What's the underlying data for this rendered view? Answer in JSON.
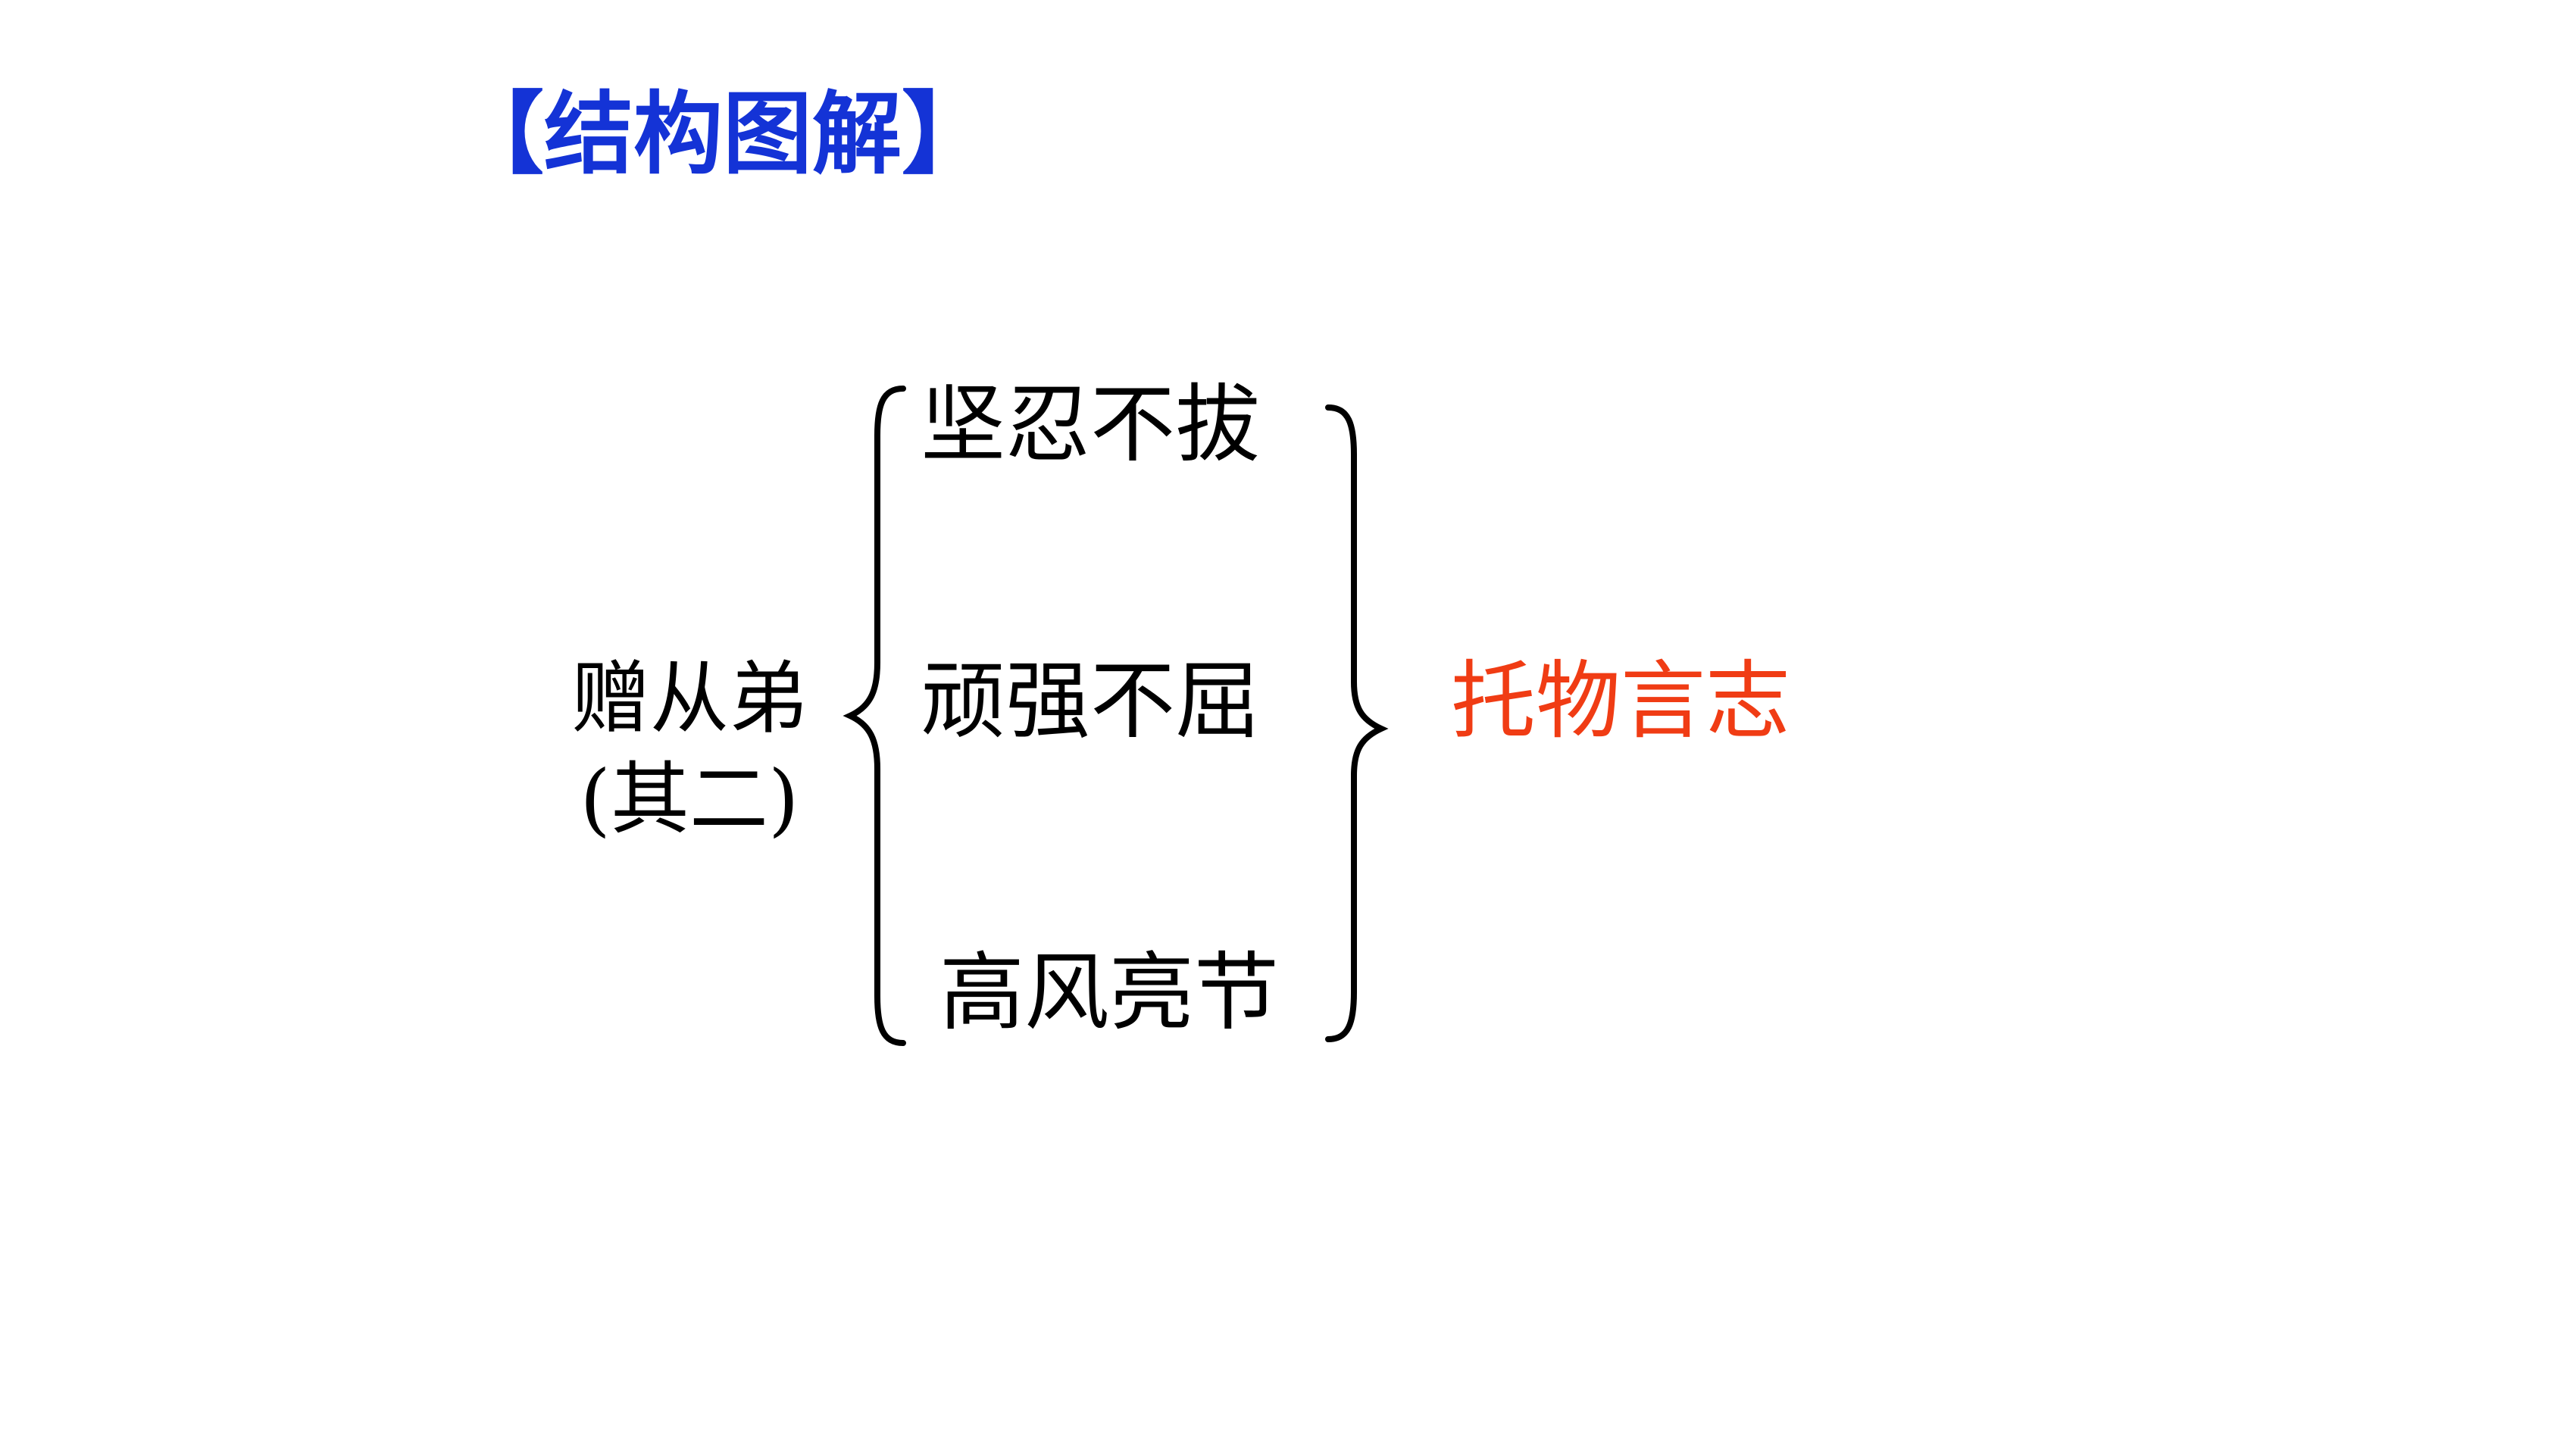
{
  "heading": "【结构图解】",
  "poem": {
    "title_line1": "赠从弟",
    "title_line2": "(其二)"
  },
  "qualities": [
    "坚忍不拔",
    "顽强不屈",
    "高风亮节"
  ],
  "conclusion": "托物言志",
  "colors": {
    "heading": "#1433d6",
    "body_text": "#000000",
    "conclusion": "#f03c14"
  }
}
